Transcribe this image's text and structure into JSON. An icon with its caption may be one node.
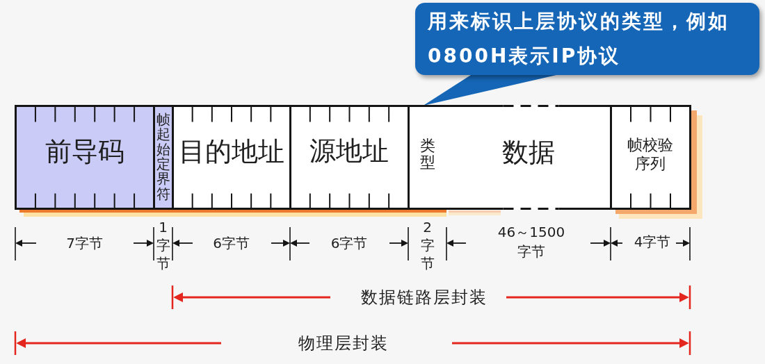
{
  "diagram": {
    "nodes": [
      {
        "text": [
          "用来标识上层协议的类型，例如0800H表示IP协议"
        ]
      },
      {
        "text": [
          "前导码"
        ]
      },
      {
        "text": [
          "帧起始定界符"
        ]
      },
      {
        "text": [
          "目的地址"
        ]
      },
      {
        "text": [
          "源地址"
        ]
      },
      {
        "text": [
          "类型"
        ]
      },
      {
        "text": [
          "数据"
        ]
      },
      {
        "text": [
          "帧校验序列"
        ]
      }
    ],
    "edges": [
      {
        "from": 0,
        "to": 5,
        "arrow": "none"
      }
    ],
    "labels": [
      "7字节",
      "1字节",
      "6字节",
      "6字节",
      "2字节",
      "46～1500字节",
      "4字节",
      "数据链路层封装",
      "物理层封装"
    ]
  }
}
